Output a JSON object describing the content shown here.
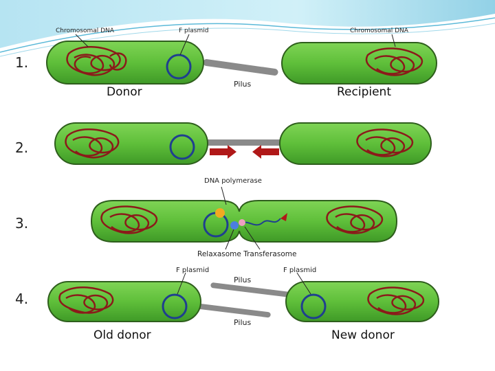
{
  "labels": {
    "chromosomal_dna_left": "Chromosomal DNA",
    "f_plasmid_top": "F plasmid",
    "chromosomal_dna_right": "Chromosomal DNA",
    "pilus_1": "Pilus",
    "donor": "Donor",
    "recipient": "Recipient",
    "dna_polymerase": "DNA polymerase",
    "relaxasome_transferasome": "Relaxasome Transferasome",
    "f_plasmid_4_left": "F plasmid",
    "f_plasmid_4_right": "F plasmid",
    "pilus_4_top": "Pilus",
    "pilus_4_bottom": "Pilus",
    "old_donor": "Old donor",
    "new_donor": "New donor"
  },
  "steps": [
    "1.",
    "2.",
    "3.",
    "4."
  ],
  "colors": {
    "cell_fill": "#5fbf3a",
    "cell_border": "#2e5e1c",
    "dna": "#8b1a1a",
    "plasmid": "#1f3f8f",
    "pilus": "#8a8a8a",
    "arrow": "#b01818",
    "header_band": "#8fd3e6"
  }
}
